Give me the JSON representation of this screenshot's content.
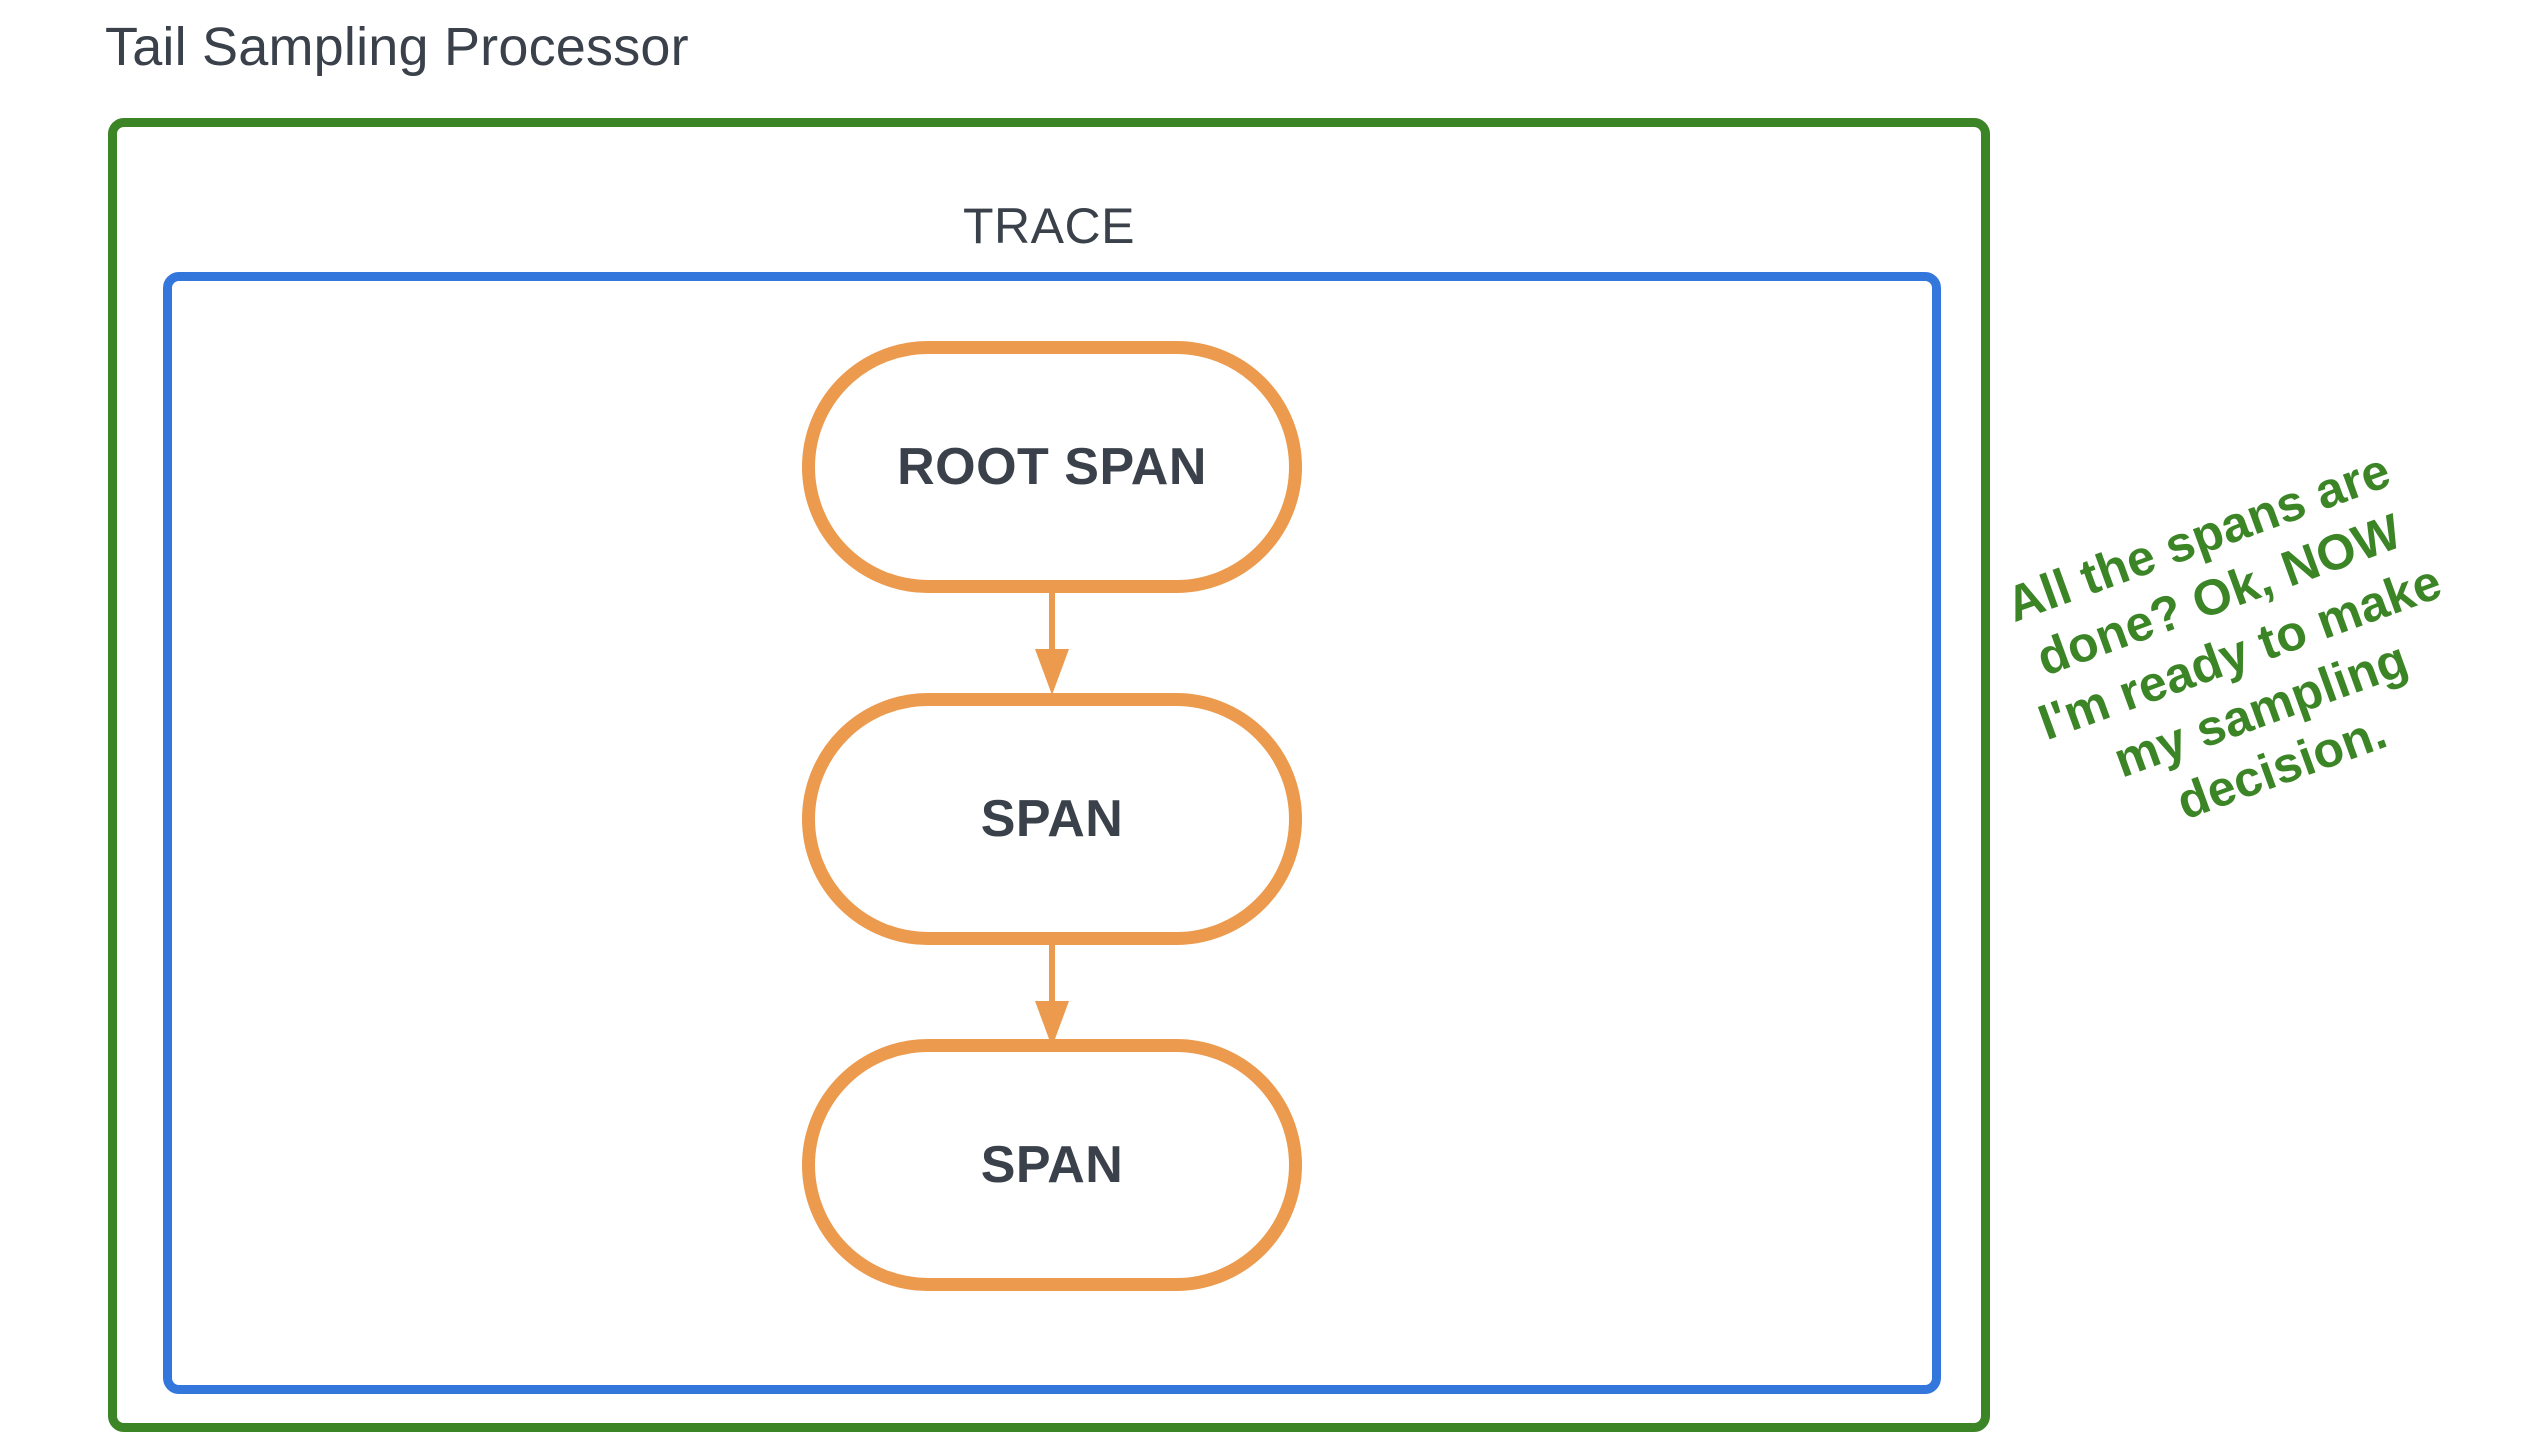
{
  "diagram": {
    "title": "Tail Sampling Processor",
    "trace_label": "TRACE",
    "spans": [
      {
        "label": "ROOT SPAN"
      },
      {
        "label": "SPAN"
      },
      {
        "label": "SPAN"
      }
    ],
    "annotation": "All the spans are done? Ok, NOW I'm ready to make my sampling decision.",
    "colors": {
      "processor_border": "#3c8527",
      "trace_border": "#3477dc",
      "span_border": "#ec9a4d",
      "arrow": "#ec9a4d",
      "text": "#3a414b",
      "annotation_text": "#3c8527",
      "background": "#ffffff"
    }
  }
}
